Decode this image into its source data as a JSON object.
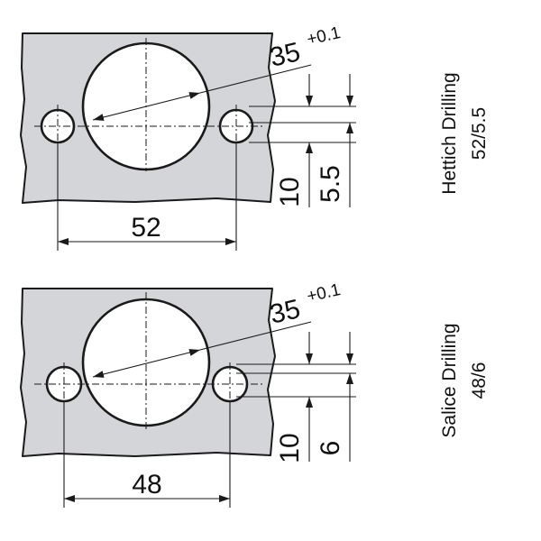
{
  "diagrams": [
    {
      "caption_line1": "Hettich Drilling",
      "caption_line2": "52/5.5",
      "cup_diameter": "35",
      "cup_tolerance": "+0.1",
      "hole_spacing": "52",
      "edge_distance": "10",
      "hole_offset": "5.5"
    },
    {
      "caption_line1": "Salice Drilling",
      "caption_line2": "48/6",
      "cup_diameter": "35",
      "cup_tolerance": "+0.1",
      "hole_spacing": "48",
      "edge_distance": "10",
      "hole_offset": "6"
    }
  ],
  "colors": {
    "panel": "#d4d5d8",
    "line": "#1a1a1a",
    "background": "#ffffff"
  }
}
